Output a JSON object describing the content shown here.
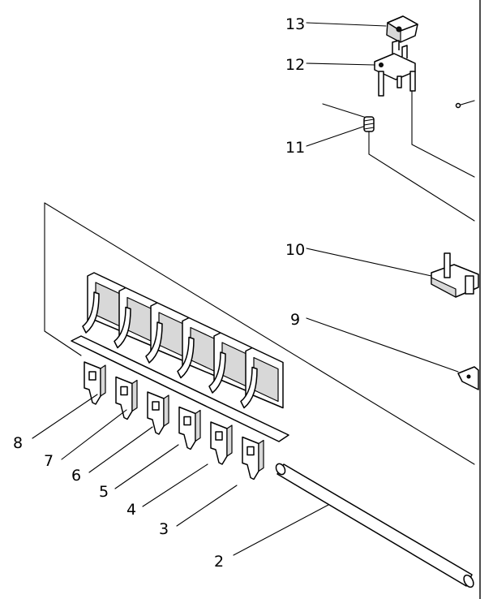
{
  "callouts": [
    "2",
    "3",
    "4",
    "5",
    "6",
    "7",
    "8",
    "9",
    "10",
    "11",
    "12",
    "13"
  ],
  "colors": {
    "line": "#000000",
    "background": "#ffffff",
    "shade": "#d8d8d8"
  }
}
